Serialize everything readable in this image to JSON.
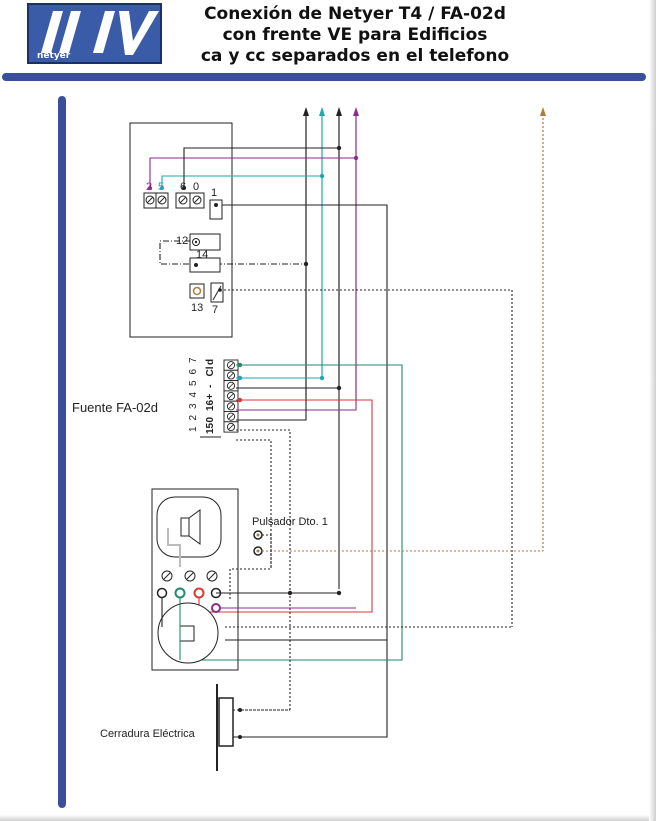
{
  "header": {
    "logo_text": "netyer",
    "title_lines": [
      "Conexión de Netyer T4 / FA-02d",
      "con frente VE para Edificios",
      "ca y cc separados en el telefono"
    ]
  },
  "colors": {
    "accent_bar": "#3a4f9a",
    "wire_black": "#222222",
    "wire_cyan": "#1aa7b8",
    "wire_purple": "#8e2a8e",
    "wire_red": "#d83a3a",
    "wire_green": "#1e8a6e",
    "wire_brown": "#b07a3a"
  },
  "phone": {
    "terminals_top": [
      "2",
      "5",
      "6",
      "0"
    ],
    "terminal_right": "1",
    "terminal_mid": [
      "12",
      "14"
    ],
    "terminal_bottom": [
      "13",
      "7"
    ]
  },
  "power_supply": {
    "label": "Fuente FA-02d",
    "numbers": [
      "1",
      "2",
      "3",
      "4",
      "5",
      "6",
      "7"
    ],
    "terminal_labels": [
      "15",
      "0",
      "16",
      "+",
      "-",
      "Cl",
      "d"
    ]
  },
  "door_panel": {
    "button_label": "Pulsador Dto. 1"
  },
  "lock": {
    "label": "Cerradura Eléctrica"
  }
}
